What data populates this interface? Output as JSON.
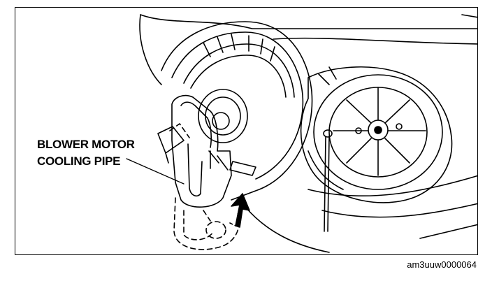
{
  "figure": {
    "callout": {
      "line1": "BLOWER MOTOR",
      "line2": "COOLING PIPE"
    },
    "figure_code": "am3uuw0000064",
    "colors": {
      "ink": "#000000",
      "paper": "#ffffff"
    }
  }
}
